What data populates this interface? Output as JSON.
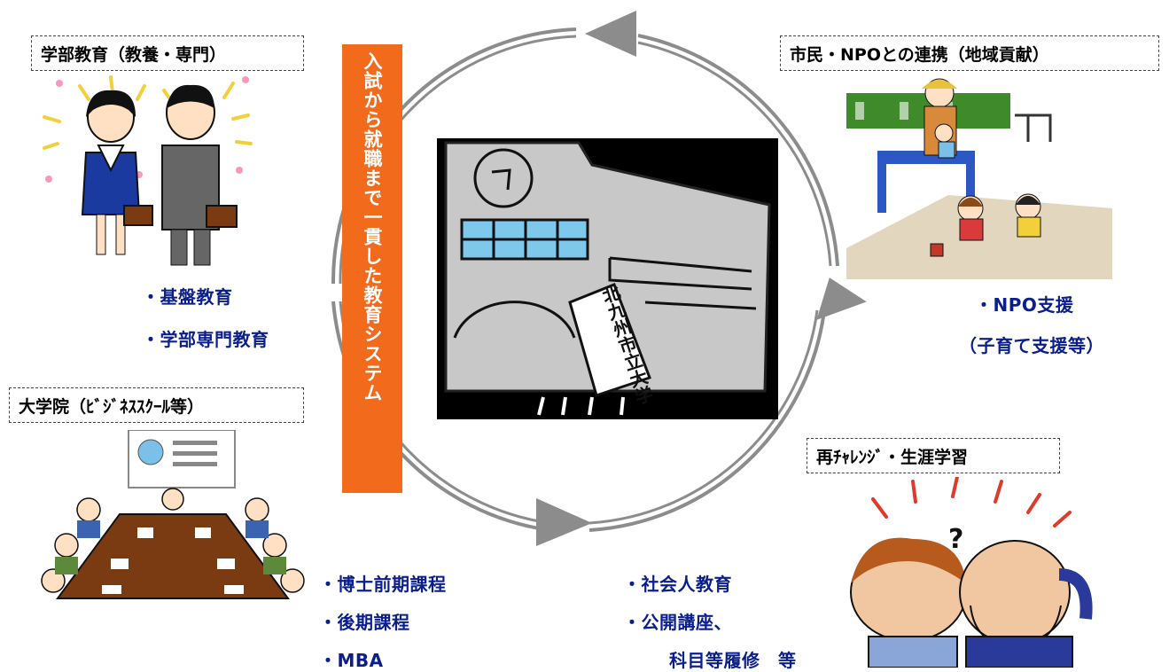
{
  "labels": {
    "undergrad": "学部教育（教養・専門）",
    "community": "市民・NPOとの連携（地域貢献）",
    "graduate": "大学院（ﾋﾞｼﾞﾈｽｽｸｰﾙ等）",
    "relearn": "再ﾁｬﾚﾝｼﾞ・生涯学習"
  },
  "banner": "入試から就職まで一貫した教育システム",
  "undergrad_items": [
    "・基盤教育",
    "・学部専門教育"
  ],
  "community_items": [
    "・NPO支援",
    "（子育て支援等）"
  ],
  "graduate_items": [
    "・博士前期課程",
    "・後期課程",
    "・MBA"
  ],
  "social_items": [
    "・社会人教育",
    "・公開講座、",
    "科目等履修　等"
  ],
  "sign_text": "北九州市立大学",
  "colors": {
    "banner": "#f26a1b",
    "item_text": "#0b1f8c",
    "arrow": "#8c8c8c"
  }
}
